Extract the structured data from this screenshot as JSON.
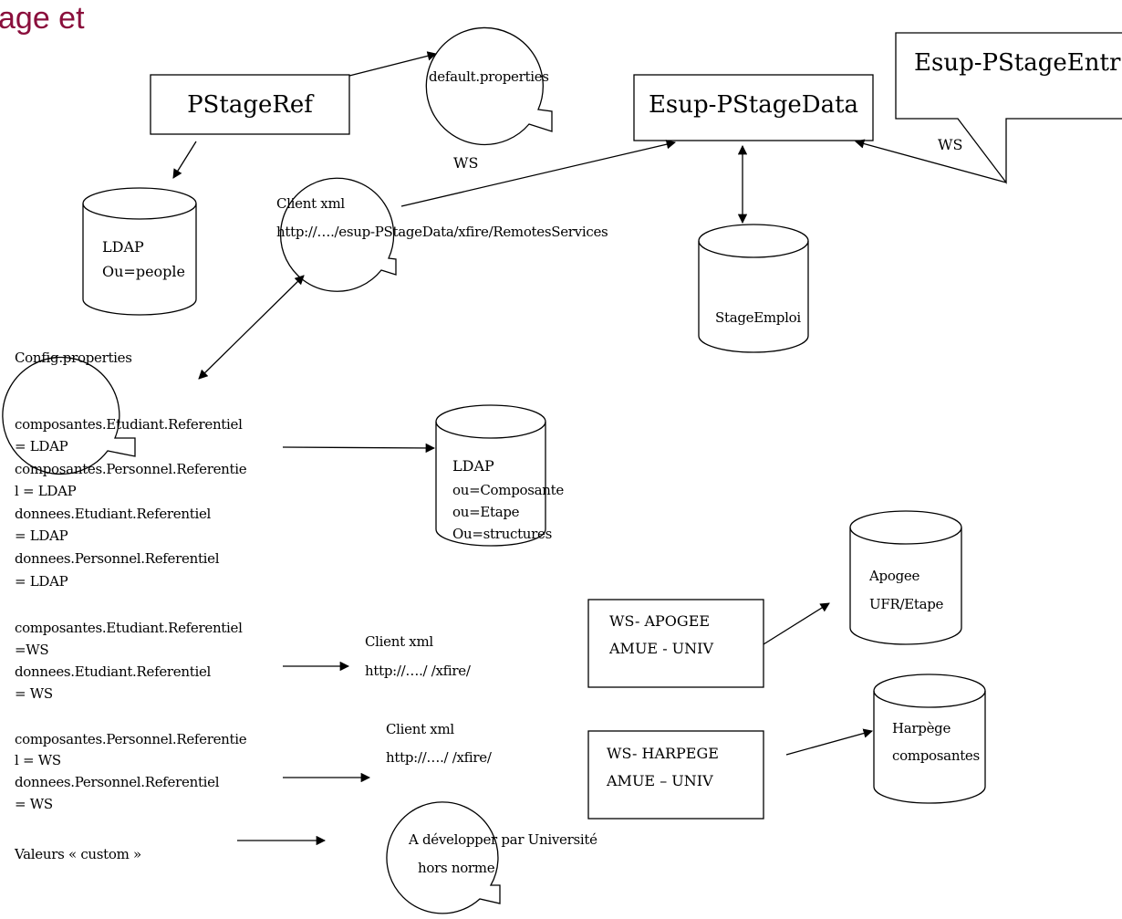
{
  "title_fragment": "age et",
  "boxes": {
    "pstageref": "PStageRef",
    "esup_pstagedata": "Esup-PStageData",
    "esup_pstageentr": "Esup-PStageEntr",
    "ws_apogee_line1": "WS- APOGEE",
    "ws_apogee_line2": "AMUE - UNIV",
    "ws_harpege_line1": "WS- HARPEGE",
    "ws_harpege_line2": "AMUE – UNIV"
  },
  "callouts": {
    "default_properties": "default.properties",
    "client_xml_main_line1": "Client xml",
    "client_xml_main_line2": "http://…./esup-PStageData/xfire/RemotesServices",
    "config_properties": "Config.properties",
    "a_developper_line1": "A développer par Université",
    "a_developper_line2": "hors norme"
  },
  "databases": {
    "ldap_people_line1": "LDAP",
    "ldap_people_line2": "Ou=people",
    "stageemploi": "StageEmploi",
    "ldap_comp_line1": "LDAP",
    "ldap_comp_line2": "ou=Composante",
    "ldap_comp_line3": "ou=Etape",
    "ldap_comp_line4": "Ou=structures",
    "apogee_line1": "Apogee",
    "apogee_line2": "UFR/Etape",
    "harpege_line1": "Harpège",
    "harpege_line2": "composantes"
  },
  "labels": {
    "ws_top": "WS",
    "ws_right": "WS",
    "client_xml_2_line1": "Client xml",
    "client_xml_2_line2": "http://…./ /xfire/",
    "client_xml_3_line1": "Client xml",
    "client_xml_3_line2": "http://…./ /xfire/"
  },
  "config_ldap": [
    "composantes.Etudiant.Referentiel",
    "= LDAP",
    "composantes.Personnel.Referentie",
    "l = LDAP",
    "donnees.Etudiant.Referentiel",
    "= LDAP",
    "donnees.Personnel.Referentiel",
    " = LDAP"
  ],
  "config_ws_etudiant": [
    "composantes.Etudiant.Referentiel",
    "=WS",
    "donnees.Etudiant.Referentiel",
    "= WS"
  ],
  "config_ws_personnel": [
    "composantes.Personnel.Referentie",
    "l = WS",
    "donnees.Personnel.Referentiel",
    " = WS"
  ],
  "valeurs_custom": "Valeurs « custom »",
  "colors": {
    "title": "#8a0f3c",
    "lines": "#000000"
  }
}
